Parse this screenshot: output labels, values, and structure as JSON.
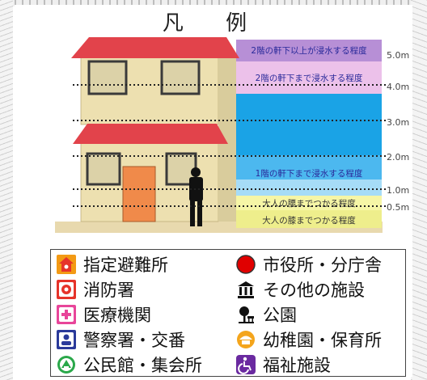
{
  "title": "凡 例",
  "depth_labels": {
    "above_2f_eaves": "2階の軒下以上が浸水する程度",
    "to_2f_eaves": "2階の軒下まで浸水する程度",
    "to_1f_eaves": "1階の軒下まで浸水する程度",
    "adult_waist": "大人の腰までつかる程度",
    "adult_knee": "大人の膝までつかる程度"
  },
  "scale": [
    "5.0m",
    "4.0m",
    "3.0m",
    "2.0m",
    "1.0m",
    "0.5m"
  ],
  "legend": {
    "shelter": "指定避難所",
    "city_hall": "市役所・分庁舎",
    "fire_station": "消防署",
    "other_facility": "その他の施設",
    "medical": "医療機関",
    "park": "公園",
    "police": "警察署・交番",
    "kindergarten": "幼稚園・保育所",
    "community_hall": "公民館・集会所",
    "welfare": "福祉施設"
  },
  "colors": {
    "band_above_2f": "#b78fd6",
    "band_to_2f": "#ecc1ea",
    "band_deep_blue": "#1aa3e6",
    "band_mid_blue": "#4cb8ef",
    "band_light_blue": "#a6dcf7",
    "band_yellow_light": "#f6f6a6",
    "band_yellow": "#eeee8c",
    "roof": "#e2434b",
    "wall": "#ede0b0",
    "door": "#f08a4a"
  }
}
